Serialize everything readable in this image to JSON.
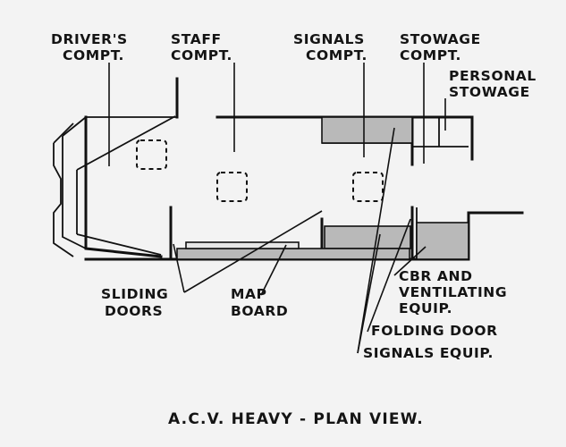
{
  "labels": {
    "drivers_1": "DRIVER'S",
    "drivers_2": "COMPT.",
    "staff_1": "STAFF",
    "staff_2": "COMPT.",
    "signals_1": "SIGNALS",
    "signals_2": "COMPT.",
    "stowage_1": "STOWAGE",
    "stowage_2": "COMPT.",
    "personal_1": "PERSONAL",
    "personal_2": "STOWAGE",
    "sliding_1": "SLIDING",
    "sliding_2": "DOORS",
    "map_1": "MAP",
    "map_2": "BOARD",
    "cbr_1": "CBR AND",
    "cbr_2": "VENTILATING",
    "cbr_3": "EQUIP.",
    "folding": "FOLDING DOOR",
    "signals_equip": "SIGNALS EQUIP."
  },
  "title": "A.C.V. HEAVY - PLAN VIEW."
}
